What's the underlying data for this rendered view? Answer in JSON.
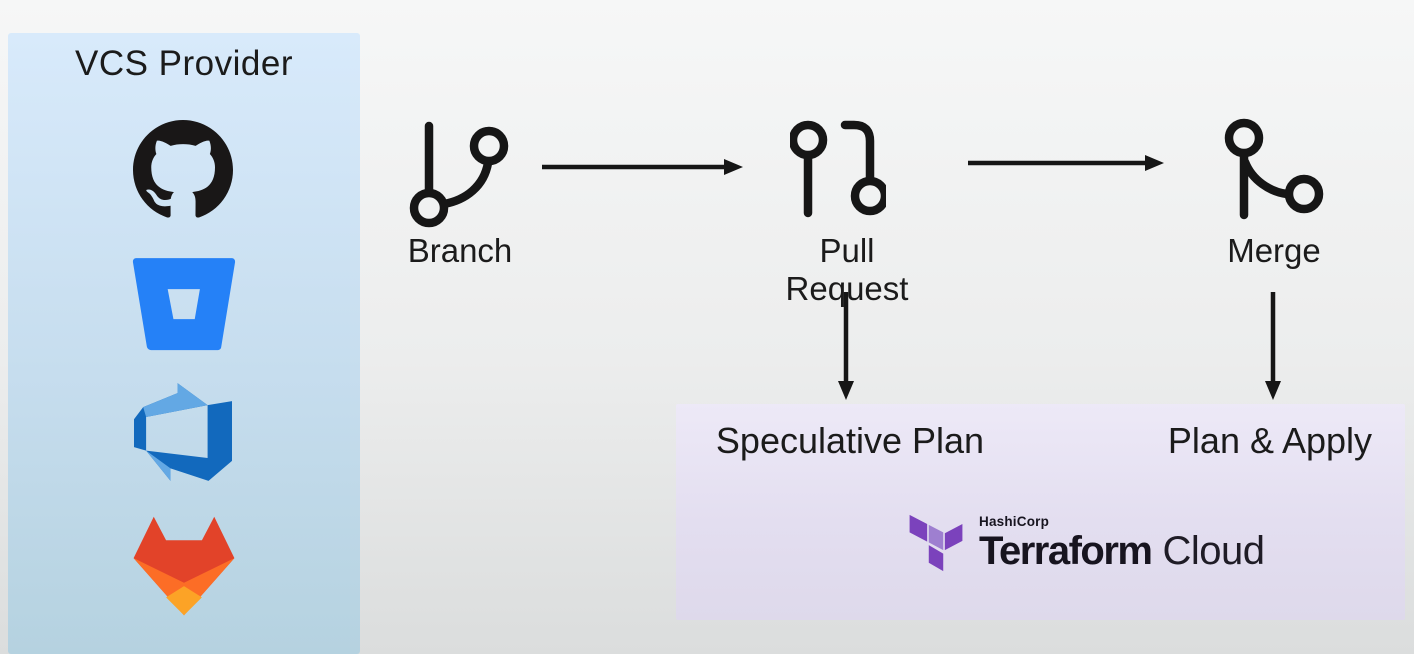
{
  "left_panel": {
    "title": "VCS Provider",
    "providers": [
      {
        "name": "GitHub",
        "icon": "github-icon"
      },
      {
        "name": "Bitbucket",
        "icon": "bitbucket-icon"
      },
      {
        "name": "Azure DevOps",
        "icon": "azure-devops-icon"
      },
      {
        "name": "GitLab",
        "icon": "gitlab-icon"
      }
    ]
  },
  "flow": {
    "steps": [
      {
        "label": "Branch",
        "icon": "git-branch-icon"
      },
      {
        "label": "Pull Request",
        "icon": "git-pull-request-icon"
      },
      {
        "label": "Merge",
        "icon": "git-merge-icon"
      }
    ]
  },
  "cloud_panel": {
    "speculative_plan_label": "Speculative Plan",
    "plan_apply_label": "Plan & Apply",
    "brand": {
      "company": "HashiCorp",
      "product": "Terraform",
      "suffix": "Cloud"
    }
  },
  "colors": {
    "vcs_panel_top": "#d8eafb",
    "vcs_panel_bottom": "#b5d2e0",
    "cloud_panel_top": "#ede9f7",
    "cloud_panel_bottom": "#ded9eb",
    "terraform_purple": "#7b42bc",
    "terraform_purple_light": "#9e7fd0",
    "github_black": "#191717",
    "bitbucket_blue": "#2581f7",
    "azure_blue": "#1269bd",
    "azure_blue_light": "#63a8e4",
    "gitlab_red": "#e24329",
    "gitlab_orange": "#fc6d26",
    "gitlab_yellow": "#fca326",
    "ink": "#1b1b1b"
  }
}
